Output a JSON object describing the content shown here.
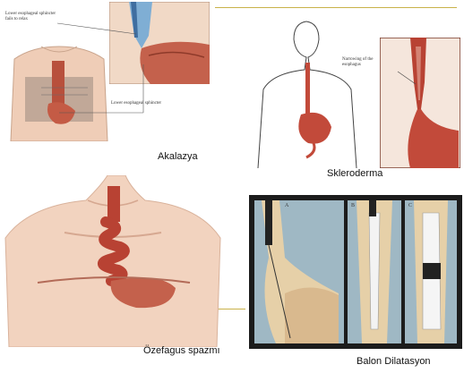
{
  "panels": {
    "achalasia": {
      "caption": "Akalazya",
      "label_top": "Lower esophageal sphincter fails to relax",
      "label_bottom": "Lower esophageal sphincter"
    },
    "scleroderma": {
      "caption": "Skleroderma",
      "label_narrowing": "Narrowing of the esophagus"
    },
    "spasm": {
      "caption": "Özefagus spazmı"
    },
    "balloon": {
      "caption": "Balon Dilatasyon",
      "step_labels": [
        "A",
        "B",
        "C"
      ]
    }
  },
  "colors": {
    "accent_rule": "#c9b24a",
    "tissue": "#c0523e",
    "skin": "#f2d3bf",
    "balloon_bg": "#9fb8c4"
  }
}
